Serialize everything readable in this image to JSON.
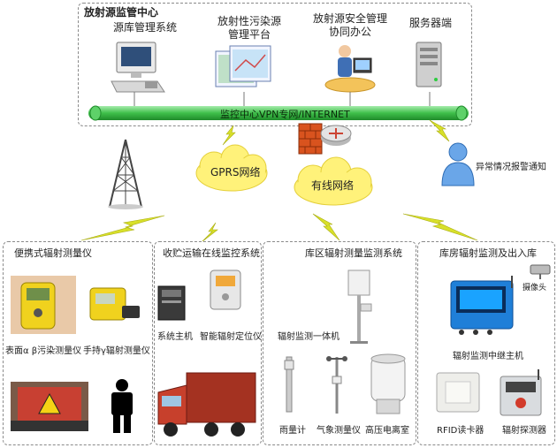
{
  "center": {
    "title": "放射源监管中心",
    "nodes": [
      "源库管理系统",
      "放射性污染源\n管理平台",
      "放射源安全管理\n协同办公",
      "服务器端"
    ],
    "network": "监控中心VPN专网/INTERNET"
  },
  "middle": {
    "gprs": "GPRS网络",
    "wired": "有线网络",
    "alarm": "异常情况报警通知"
  },
  "panels": {
    "portable": {
      "title": "便携式辐射测量仪",
      "labels": [
        "表面α β污染测量仪",
        "手持γ辐射测量仪"
      ]
    },
    "transport": {
      "title": "收贮运输在线监控系统",
      "labels": [
        "系统主机",
        "智能辐射定位仪"
      ]
    },
    "storage_area": {
      "title": "库区辐射测量监测系统",
      "labels": [
        "辐射监测一体机",
        "雨量计",
        "气象测量仪",
        "高压电离室"
      ]
    },
    "warehouse": {
      "title": "库房辐射监测及出入库",
      "labels": [
        "摄像头",
        "辐射监测中继主机",
        "RFID读卡器",
        "辐射探测器"
      ]
    }
  },
  "colors": {
    "network_bar": "#3fbf4a",
    "cloud": "#fff27a",
    "lightning": "#d8e02a",
    "panel_border": "#8a8a8a",
    "tower": "#444444",
    "firewall": "#d9531e"
  }
}
